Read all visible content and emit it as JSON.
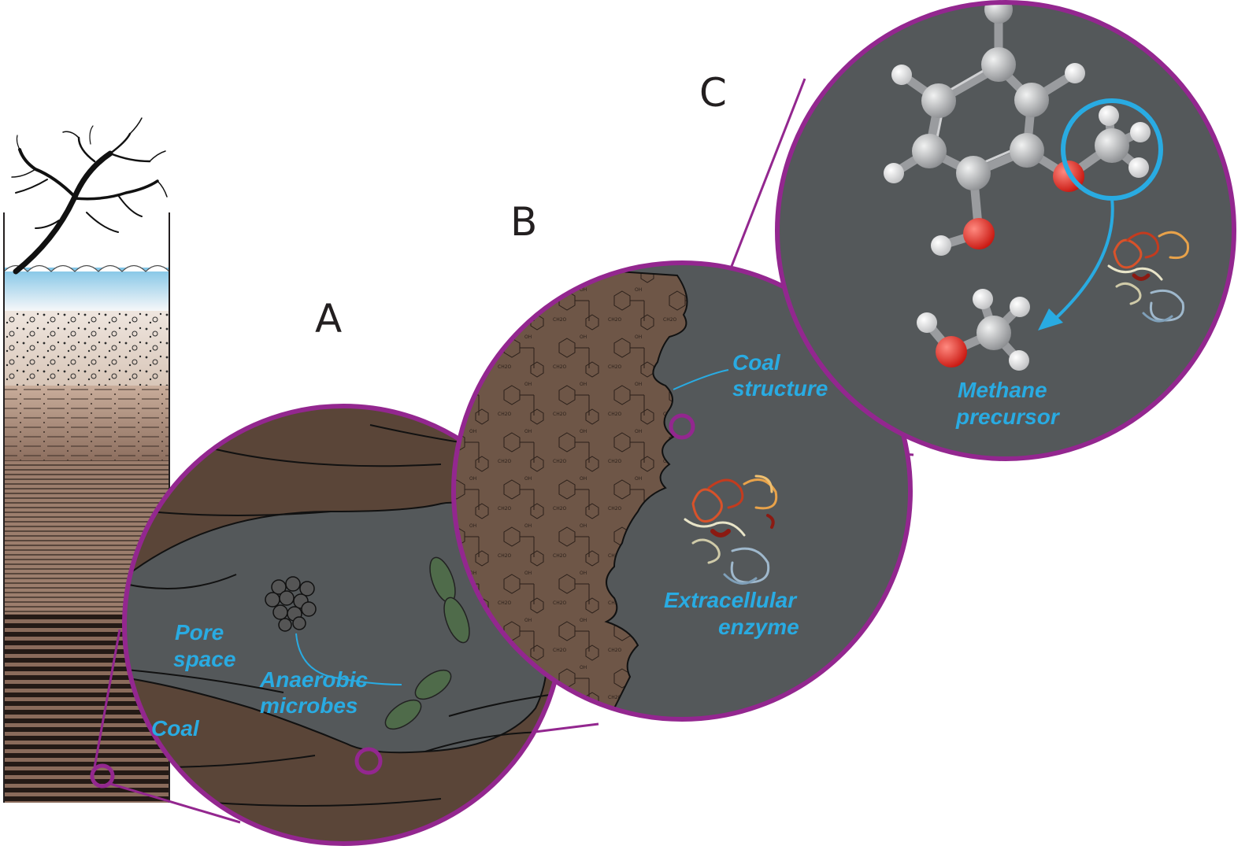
{
  "panels": {
    "a": "A",
    "b": "B",
    "c": "C"
  },
  "labels": {
    "pore_space": [
      "Pore",
      "space"
    ],
    "coal": "Coal",
    "anaerobic_microbes": [
      "Anaerobic",
      "microbes"
    ],
    "coal_structure": [
      "Coal",
      "structure"
    ],
    "extracellular_enzyme": [
      "Extracellular",
      "enzyme"
    ],
    "methane_precursor": [
      "Methane",
      "precursor"
    ]
  },
  "colors": {
    "frame": "#93278f",
    "label": "#29abe2",
    "coal": "#5a4538",
    "pore": "#54585a",
    "water": "#7fc4e6",
    "microbe_green": "#4f6b4a",
    "carbon_atom": "#a7a9ac",
    "oxygen_atom": "#e0201b",
    "hydrogen_atom": "#f2f2f2"
  },
  "icons": [
    "tree-icon",
    "microbe-cluster-icon",
    "rod-microbe-icon",
    "enzyme-icon",
    "guaiacol-molecule-icon",
    "methanol-molecule-icon"
  ]
}
